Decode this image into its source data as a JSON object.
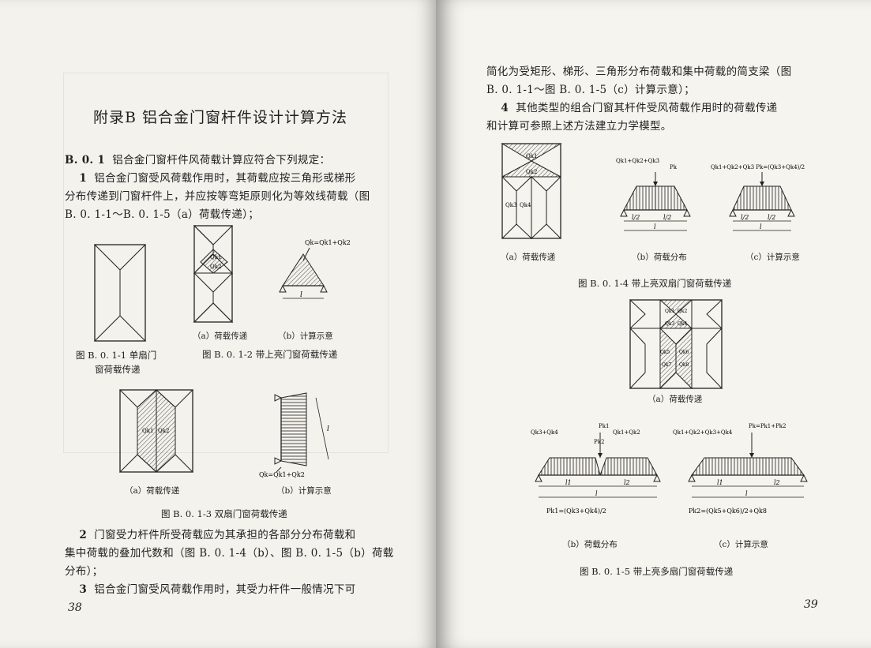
{
  "left": {
    "title": "附录B   铝合金门窗杆件设计计算方法",
    "b01_num": "B. 0. 1",
    "b01_line1": "铝合金门窗杆件风荷载计算应符合下列规定：",
    "p1_num": "1",
    "p1_line1": "铝合金门窗受风荷载作用时，其荷载应按三角形或梯形",
    "p1_line2": "分布传递到门窗杆件上，并应按等弯矩原则化为等效线荷载（图",
    "p1_line3": "B. 0. 1-1～B. 0. 1-5（a）荷载传递）；",
    "fig1_caption_1": "图 B. 0. 1-1   单扇门",
    "fig1_caption_2": "窗荷载传递",
    "fig2_sub_a": "（a）荷载传递",
    "fig2_sub_b": "（b）计算示意",
    "fig2_caption": "图 B. 0. 1-2   带上亮门窗荷载传递",
    "fig2_formula": "Qk=Qk1+Qk2",
    "fig2_span": "l",
    "fig2_q1": "Qk1",
    "fig2_q2": "Qk2",
    "fig3_sub_a": "（a）荷载传递",
    "fig3_sub_b": "（b）计算示意",
    "fig3_caption": "图 B. 0. 1-3   双扇门窗荷载传递",
    "fig3_formula": "Qk=Qk1+Qk2",
    "fig3_q1": "Qk1",
    "fig3_q2": "Qk2",
    "fig3_span": "l",
    "p2_num": "2",
    "p2_line1": "门窗受力杆件所受荷载应为其承担的各部分分布荷载和",
    "p2_line2": "集中荷载的叠加代数和（图 B. 0. 1-4（b）、图 B. 0. 1-5（b）荷载",
    "p2_line3": "分布）；",
    "p3_num": "3",
    "p3_line1": "铝合金门窗受风荷载作用时，其受力杆件一般情况下可",
    "page_no": "38"
  },
  "right": {
    "line1": "简化为受矩形、梯形、三角形分布荷载和集中荷载的简支梁（图",
    "line2": "B. 0. 1-1～图 B. 0. 1-5（c）计算示意）；",
    "p4_num": "4",
    "p4_line1": "其他类型的组合门窗其杆件受风荷载作用时的荷载传递",
    "p4_line2": "和计算可参照上述方法建立力学模型。",
    "fig4_sub_a": "（a）荷载传递",
    "fig4_sub_b": "（b）荷载分布",
    "fig4_sub_c": "（c）计算示意",
    "fig4_caption": "图 B. 0. 1-4   带上亮双扇门窗荷载传递",
    "fig4_lbl_q": "Qk1+Qk2+Qk3",
    "fig4_lbl_p": "Pk",
    "fig4_lbl_c": "Qk1+Qk2+Qk3   Pk=(Qk3+Qk4)/2",
    "fig4_half": "l/2",
    "fig4_span": "l",
    "fig4_q1": "Qk1",
    "fig4_q2": "Qk2",
    "fig4_q3": "Qk3",
    "fig4_q4": "Qk4",
    "fig5_sub_a": "（a）荷载传递",
    "fig5_sub_b": "（b）荷载分布",
    "fig5_sub_c": "（c）计算示意",
    "fig5_caption": "图 B. 0. 1-5   带上亮多扇门窗荷载传递",
    "fig5_lbl_a": "Qk3+Qk4",
    "fig5_lbl_pk1": "Pk1",
    "fig5_lbl_pk2": "Pk2",
    "fig5_lbl_b": "Qk1+Qk2",
    "fig5_lbl_c": "Qk1+Qk2+Qk3+Qk4",
    "fig5_lbl_d": "Pk=Pk1+Pk2",
    "fig5_l1": "l1",
    "fig5_l2": "l2",
    "fig5_span": "l",
    "fig5_formula_1": "Pk1=(Qk3+Qk4)/2",
    "fig5_formula_2": "Pk2=(Qk5+Qk6)/2+Qk8",
    "fig5_q1": "Qk1",
    "fig5_q2": "Qk2",
    "fig5_q3": "Qk3",
    "fig5_q4": "Qk4",
    "fig5_q5": "Qk5",
    "fig5_q6": "Qk6",
    "fig5_q7": "Qk7",
    "fig5_q8": "Qk8",
    "page_no": "39"
  }
}
